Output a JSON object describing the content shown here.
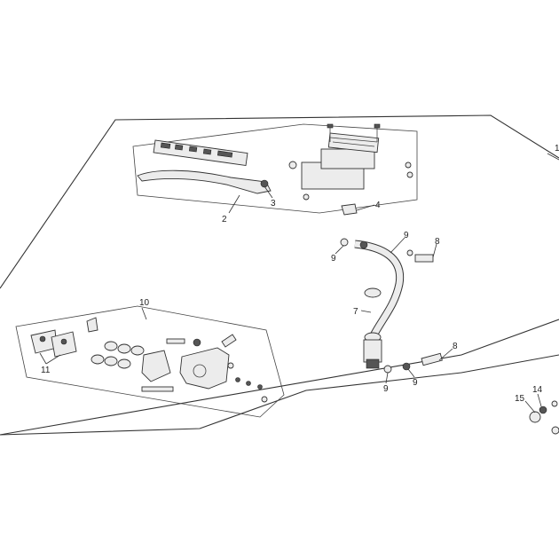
{
  "callouts": {
    "c1": "1",
    "c2": "2",
    "c3": "3",
    "c4": "4",
    "c7": "7",
    "c8a": "8",
    "c8b": "8",
    "c9a": "9",
    "c9b": "9",
    "c9c": "9",
    "c9d": "9",
    "c10": "10",
    "c11": "11",
    "c14": "14",
    "c15": "15"
  },
  "colors": {
    "line": "#333333",
    "fill": "#ececec",
    "background": "#ffffff"
  }
}
